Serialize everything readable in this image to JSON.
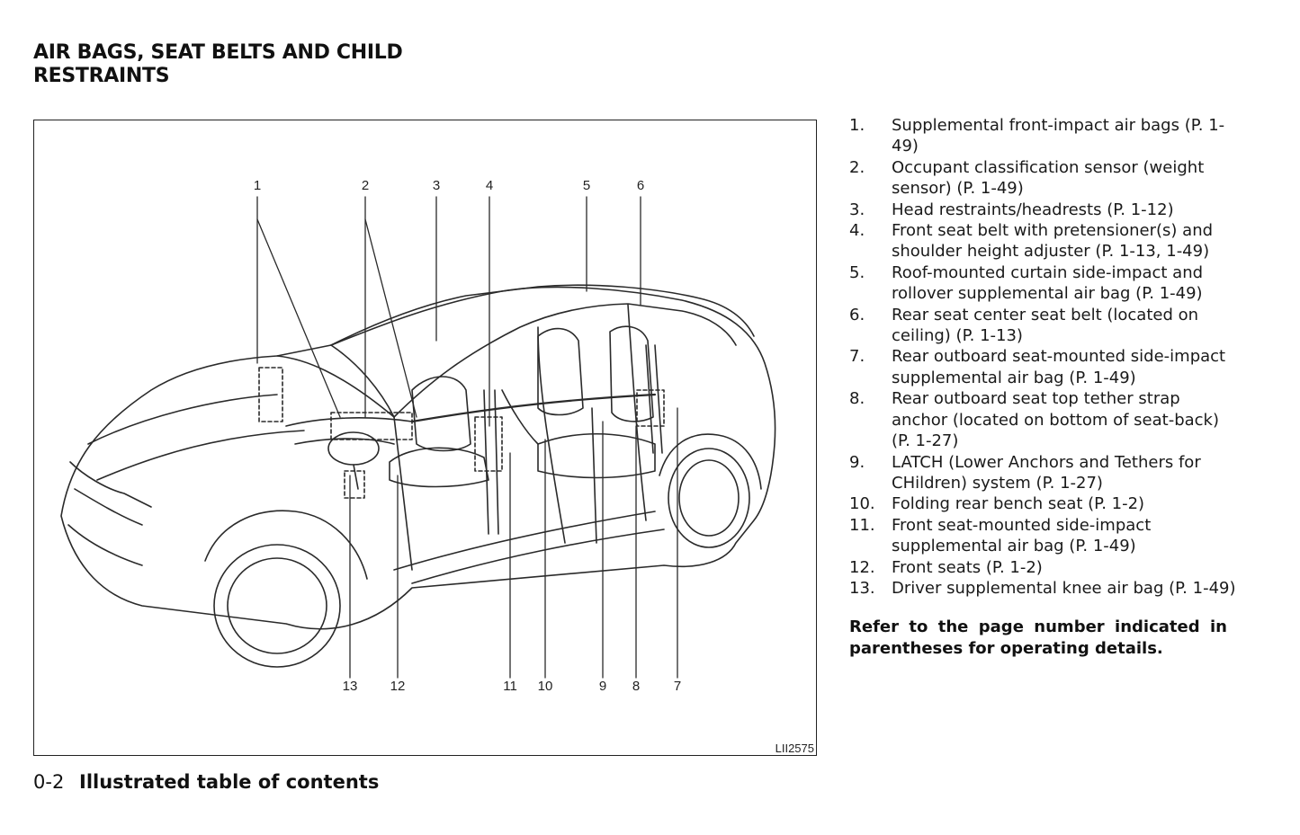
{
  "heading": {
    "line1": "AIR BAGS, SEAT BELTS AND CHILD",
    "line2": "RESTRAINTS"
  },
  "figure": {
    "code": "LII2575",
    "callouts_top": [
      "1",
      "2",
      "3",
      "4",
      "5",
      "6"
    ],
    "callouts_bottom": [
      "13",
      "12",
      "11",
      "10",
      "9",
      "8",
      "7"
    ]
  },
  "items": [
    {
      "num": "1.",
      "text": "Supplemental front-impact air bags (P. 1-49)"
    },
    {
      "num": "2.",
      "text": "Occupant classification sensor (weight sensor) (P. 1-49)"
    },
    {
      "num": "3.",
      "text": "Head restraints/headrests (P. 1-12)"
    },
    {
      "num": "4.",
      "text": "Front seat belt with pretensioner(s) and shoulder height adjuster (P. 1-13, 1-49)"
    },
    {
      "num": "5.",
      "text": "Roof-mounted curtain side-impact and rollover supplemental air bag (P. 1-49)"
    },
    {
      "num": "6.",
      "text": "Rear seat center seat belt (located on ceiling) (P. 1-13)"
    },
    {
      "num": "7.",
      "text": "Rear outboard seat-mounted side-impact supplemental air bag (P. 1-49)"
    },
    {
      "num": "8.",
      "text": "Rear outboard seat top tether strap anchor (located on bottom of seat-back) (P. 1-27)"
    },
    {
      "num": "9.",
      "text": "LATCH (Lower Anchors and Tethers for CHildren) system (P. 1-27)"
    },
    {
      "num": "10.",
      "text": "Folding rear bench seat (P. 1-2)"
    },
    {
      "num": "11.",
      "text": "Front seat-mounted side-impact supplemental air bag (P. 1-49)"
    },
    {
      "num": "12.",
      "text": "Front seats (P. 1-2)"
    },
    {
      "num": "13.",
      "text": "Driver supplemental knee air bag (P. 1-49)"
    }
  ],
  "note": "Refer to the page number indicated in parentheses for operating details.",
  "footer": {
    "page": "0-2",
    "section": "Illustrated table of contents"
  }
}
